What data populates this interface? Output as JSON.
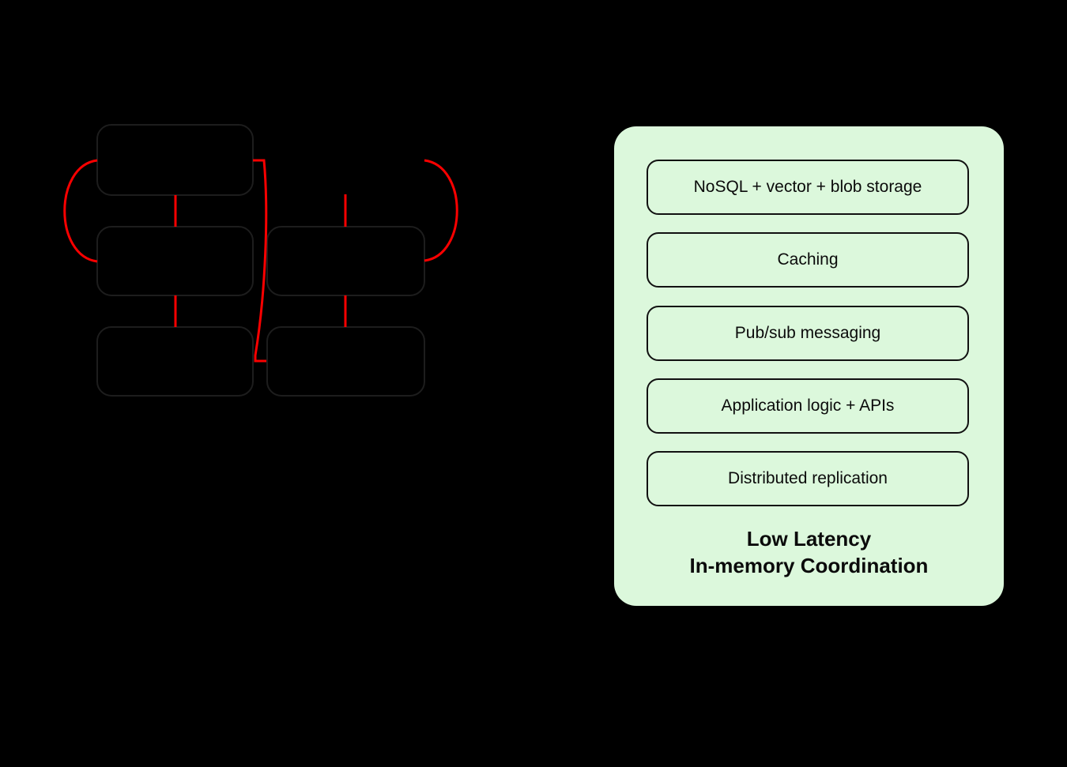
{
  "colors": {
    "background": "#000000",
    "panel_fill": "#dcf8dc",
    "box_border": "#111111",
    "node_border": "#1d1d1d",
    "connector": "#fa0000",
    "text": "#0b0b0b"
  },
  "panel": {
    "layers": [
      {
        "label": "NoSQL + vector + blob storage"
      },
      {
        "label": "Caching"
      },
      {
        "label": "Pub/sub messaging"
      },
      {
        "label": "Application logic + APIs"
      },
      {
        "label": "Distributed replication"
      }
    ],
    "title_line1": "Low Latency",
    "title_line2": "In-memory Coordination"
  }
}
